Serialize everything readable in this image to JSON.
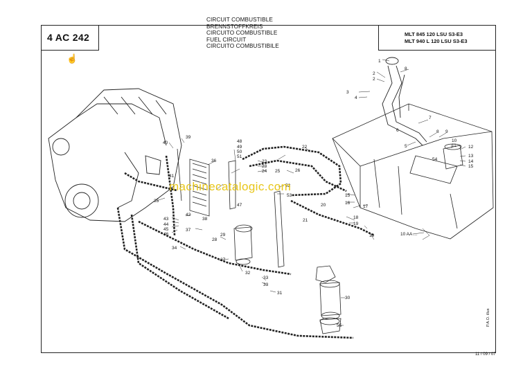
{
  "header": {
    "ref_code": "4 AC 242",
    "titles": [
      "CIRCUIT COMBUSTIBLE",
      "BRENNSTOFFKREIS",
      "CIRCUITO COMBUSTIBLE",
      "FUEL CIRCUIT",
      "CIRCUITO COMBUSTIBILE"
    ],
    "models": [
      "MLT 845 120 LSU S3-E3",
      "MLT 940 L 120 LSU S3-E3"
    ]
  },
  "watermark": "machinecatalogic.com",
  "footer": {
    "date": "11 / 09 / 07",
    "author": "P.A.O. illus"
  },
  "pointer_icon": "hand-pointer-icon",
  "callouts": {
    "c1": "1",
    "c2": "2",
    "c3": "3",
    "c4": "4",
    "c5": "5",
    "c6": "6",
    "c7": "7",
    "c8": "8",
    "c9": "9",
    "c10": "10",
    "c11": "11",
    "c12": "12",
    "c13": "13",
    "c14": "14",
    "c15": "15",
    "c16": "16",
    "c17": "17",
    "c18": "18",
    "c19": "19",
    "c20": "20",
    "c21": "21",
    "c22": "22",
    "c23": "23",
    "c24": "24",
    "c25": "25",
    "c26": "26",
    "c27": "27",
    "c28": "28",
    "c29": "29",
    "c30": "30",
    "c31": "31",
    "c32": "32",
    "c33": "33",
    "c34": "34",
    "c35": "35",
    "c36": "36",
    "c37": "37",
    "c38": "38",
    "c39": "39",
    "c40": "40",
    "c41": "41",
    "c42": "42",
    "c43": "43",
    "c44": "44",
    "c45": "45",
    "c46": "46",
    "c47": "47",
    "c48": "48",
    "c49": "49",
    "c50": "50",
    "c51": "51",
    "c52": "52",
    "c53": "53",
    "c54": "54",
    "c55": "55",
    "tank_ref": "10 AA ..."
  }
}
